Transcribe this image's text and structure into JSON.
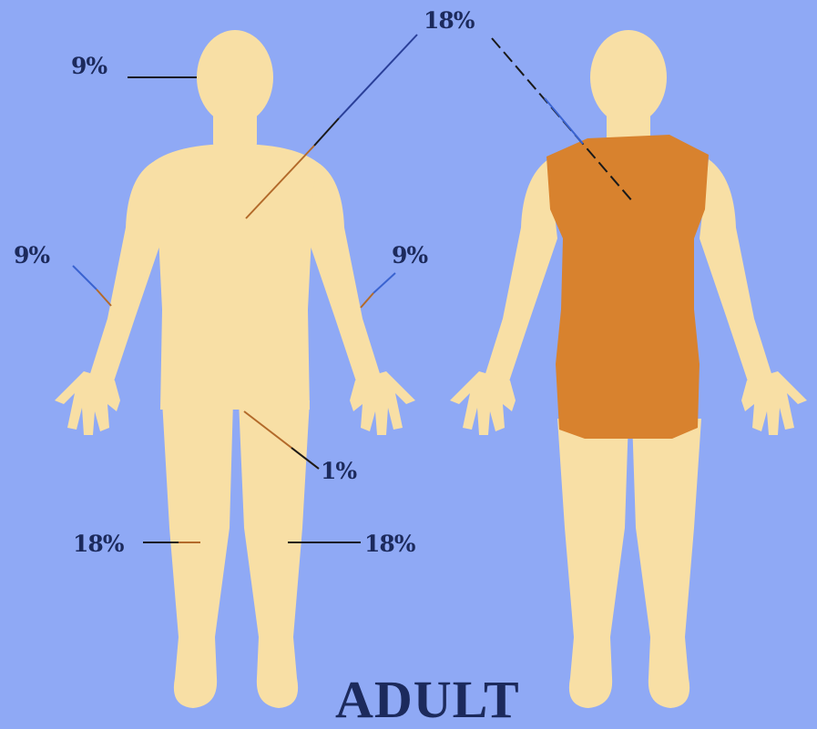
{
  "title": "ADULT",
  "labels": {
    "head": "9%",
    "trunk": "18%",
    "arm_right": "9%",
    "arm_left": "9%",
    "genital": "1%",
    "leg_right": "18%",
    "leg_left": "18%"
  },
  "colors": {
    "background": "#8fa9f5",
    "skin": "#f8dfa5",
    "highlight": "#d8822e",
    "text": "#1c2a5c"
  }
}
